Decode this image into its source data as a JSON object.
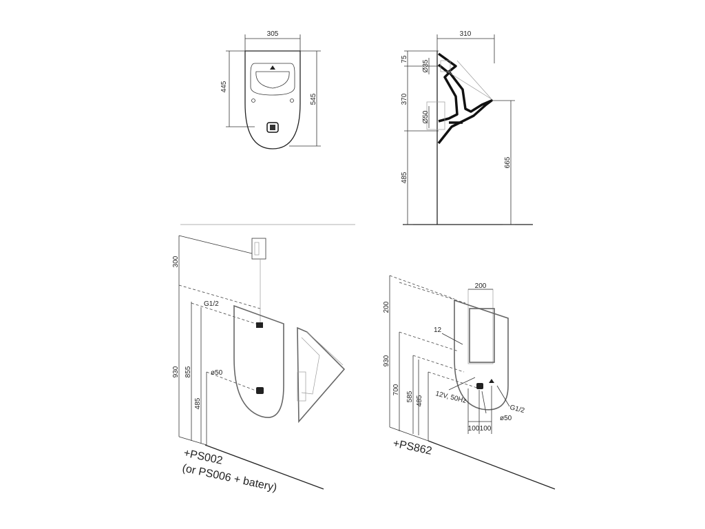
{
  "front_view": {
    "width_label": "305",
    "height_upper_label": "445",
    "height_total_label": "545"
  },
  "side_view": {
    "depth_label": "310",
    "dim_top_label": "75",
    "dim_mid_label": "370",
    "dim_bottom_label": "485",
    "inlet_label": "Ø35",
    "outlet_label": "Ø50",
    "height_label": "665"
  },
  "install_ps002": {
    "dim_300": "300",
    "dim_930": "930",
    "dim_855": "855",
    "dim_485": "485",
    "inlet_label": "G1/2",
    "outlet_label": "ø50",
    "product_code": "+PS002",
    "alt_line": "(or PS006 + batery)"
  },
  "install_ps862": {
    "dim_200_v": "200",
    "dim_930": "930",
    "dim_700": "700",
    "dim_585": "585",
    "dim_485": "485",
    "width_200": "200",
    "dim_12": "12",
    "power_label": "12V, 50Hz",
    "inlet_label": "G1/2",
    "outlet_label": "ø50",
    "spacing_left": "100",
    "spacing_right": "100",
    "product_code": "+PS862"
  }
}
